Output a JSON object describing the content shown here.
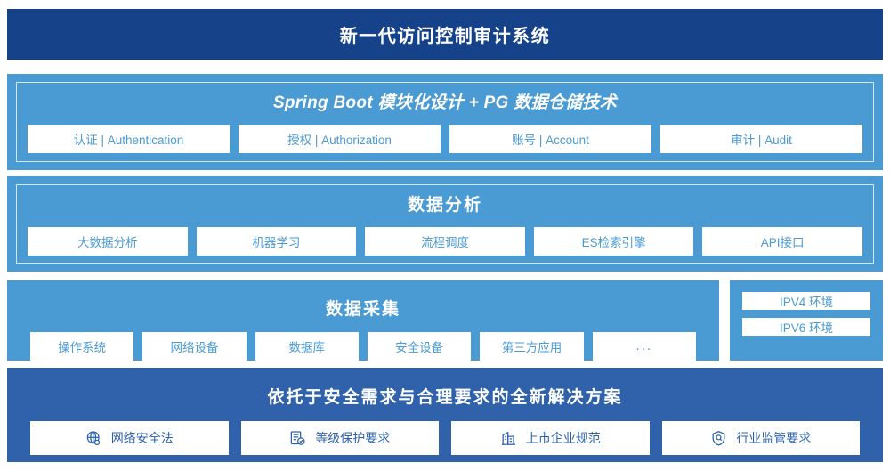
{
  "header": {
    "title": "新一代访问控制审计系统",
    "background_color": "#16428a",
    "text_color": "#ffffff"
  },
  "colors": {
    "panel_blue": "#4a9ad4",
    "panel_dark_blue": "#2f62ab",
    "header_navy": "#16428a",
    "card_background": "#ffffff",
    "card_text_blue": "#4a9ad4",
    "card_text_dark_blue": "#2f62ab",
    "frame_border": "#d3e6f5"
  },
  "sections": {
    "architecture": {
      "title": "Spring Boot 模块化设计 + PG 数据仓储技术",
      "cards": [
        {
          "label": "认证 | Authentication"
        },
        {
          "label": "授权 | Authorization"
        },
        {
          "label": "账号 | Account"
        },
        {
          "label": "审计 | Audit"
        }
      ]
    },
    "analysis": {
      "title": "数据分析",
      "cards": [
        {
          "label": "大数据分析"
        },
        {
          "label": "机器学习"
        },
        {
          "label": "流程调度"
        },
        {
          "label": "ES检索引擎"
        },
        {
          "label": "API接口"
        }
      ]
    },
    "collection": {
      "title": "数据采集",
      "cards": [
        {
          "label": "操作系统"
        },
        {
          "label": "网络设备"
        },
        {
          "label": "数据库"
        },
        {
          "label": "安全设备"
        },
        {
          "label": "第三方应用"
        },
        {
          "label": "..."
        }
      ]
    },
    "environment": {
      "cards": [
        {
          "label": "IPV4 环境"
        },
        {
          "label": "IPV6 环境"
        }
      ]
    },
    "solution": {
      "title": "依托于安全需求与合理要求的全新解决方案",
      "cards": [
        {
          "label": "网络安全法",
          "icon": "globe-icon"
        },
        {
          "label": "等级保护要求",
          "icon": "document-check-icon"
        },
        {
          "label": "上市企业规范",
          "icon": "building-icon"
        },
        {
          "label": "行业监管要求",
          "icon": "shield-search-icon"
        }
      ]
    }
  }
}
